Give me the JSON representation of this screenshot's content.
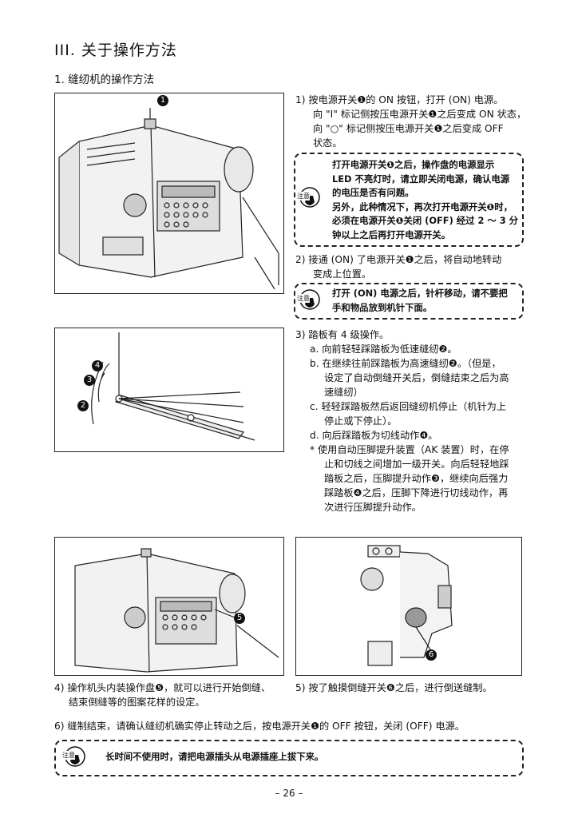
{
  "section_title": "III. 关于操作方法",
  "subsection_title": "1. 缝纫机的操作方法",
  "step1": {
    "lines": [
      "1) 按电源开关❶的 ON 按钮，打开 (ON) 电源。",
      "向 \"I\" 标记侧按压电源开关❶之后变成 ON 状态，",
      "向 \"○\" 标记侧按压电源开关❶之后变成 OFF",
      "状态。"
    ]
  },
  "caution1": {
    "icon_label": "注意",
    "lines": [
      "打开电源开关❶之后，操作盘的电源显示",
      "LED 不亮灯时，请立即关闭电源，确认电源",
      "的电压是否有问题。",
      "另外，此种情况下，再次打开电源开关❶时，",
      "必须在电源开关❶关闭 (OFF) 经过 2 ～ 3 分",
      "钟以上之后再打开电源开关。"
    ]
  },
  "step2": {
    "lines": [
      "2) 接通 (ON) 了电源开关❶之后，将自动地转动",
      "变成上位置。"
    ]
  },
  "caution2": {
    "icon_label": "注意",
    "lines": [
      "打开 (ON) 电源之后，针杆移动，请不要把",
      "手和物品放到机针下面。"
    ]
  },
  "step3": {
    "lines": [
      "3) 踏板有 4 级操作。",
      "a. 向前轻轻踩踏板为低速缝纫❷。",
      "b. 在继续往前踩踏板为高速缝纫❷。（但是，",
      "设定了自动倒缝开关后，倒缝结束之后为高",
      "速缝纫）",
      "c. 轻轻踩踏板然后返回缝纫机停止（机针为上",
      "停止或下停止）。",
      "d. 向后踩踏板为切线动作❹。",
      "* 使用自动压脚提升装置（AK 装置）时，在停",
      "止和切线之间增加一级开关。向后轻轻地踩",
      "踏板之后，压脚提升动作❸，继续向后强力",
      "踩踏板❹之后，压脚下降进行切线动作，再",
      "次进行压脚提升动作。"
    ]
  },
  "step4": {
    "lines": [
      "4) 操作机头内装操作盘❺，就可以进行开始倒缝、",
      "结束倒缝等的图案花样的设定。"
    ]
  },
  "step5": {
    "lines": [
      "5) 按了触摸倒缝开关❻之后，进行倒送缝制。"
    ]
  },
  "step6": {
    "lines": [
      "6) 缝制结束，请确认缝纫机确实停止转动之后，按电源开关❶的 OFF 按钮，关闭 (OFF) 电源。"
    ]
  },
  "caution3": {
    "icon_label": "注意",
    "lines": [
      "长时间不使用时，请把电源插头从电源插座上拔下来。"
    ]
  },
  "figure_labels": {
    "power_switch": "1",
    "pedal_2": "2",
    "pedal_3": "3",
    "pedal_4": "4",
    "panel": "5",
    "reverse_switch": "6"
  },
  "page_number": "– 26 –"
}
